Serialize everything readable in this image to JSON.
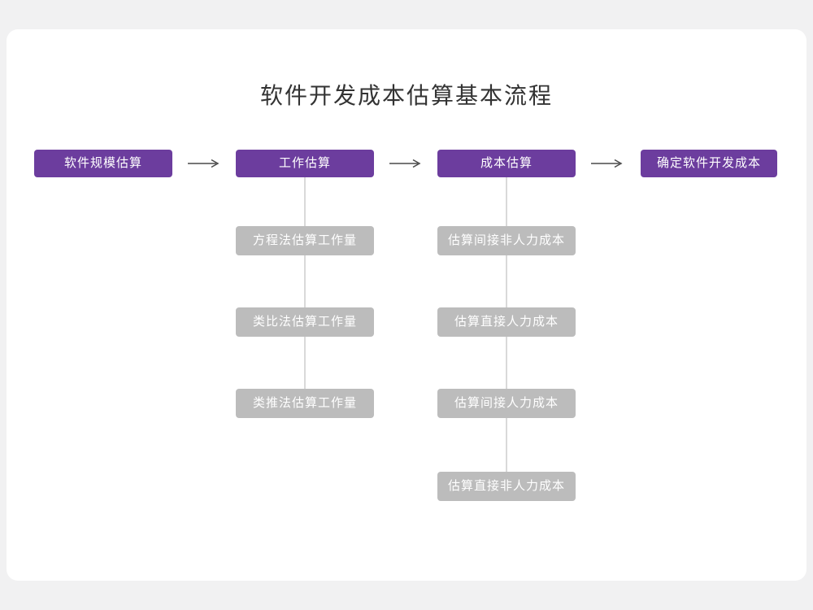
{
  "title": "软件开发成本估算基本流程",
  "colors": {
    "page-bg": "#f1f1f2",
    "card-bg": "#ffffff",
    "node-purple": "#6c3d9e",
    "node-gray": "#bcbcbc",
    "node-text": "#ffffff",
    "title-text": "#333333",
    "arrow": "#4a4a4a",
    "connector": "#d9d9d9"
  },
  "icons": {
    "arrow_right": "long-right-arrow"
  },
  "flow": {
    "main": [
      {
        "label": "软件规模估算"
      },
      {
        "label": "工作估算"
      },
      {
        "label": "成本估算"
      },
      {
        "label": "确定软件开发成本"
      }
    ],
    "work_sub": [
      {
        "label": "方程法估算工作量"
      },
      {
        "label": "类比法估算工作量"
      },
      {
        "label": "类推法估算工作量"
      }
    ],
    "cost_sub": [
      {
        "label": "估算间接非人力成本"
      },
      {
        "label": "估算直接人力成本"
      },
      {
        "label": "估算间接人力成本"
      },
      {
        "label": "估算直接非人力成本"
      }
    ]
  }
}
